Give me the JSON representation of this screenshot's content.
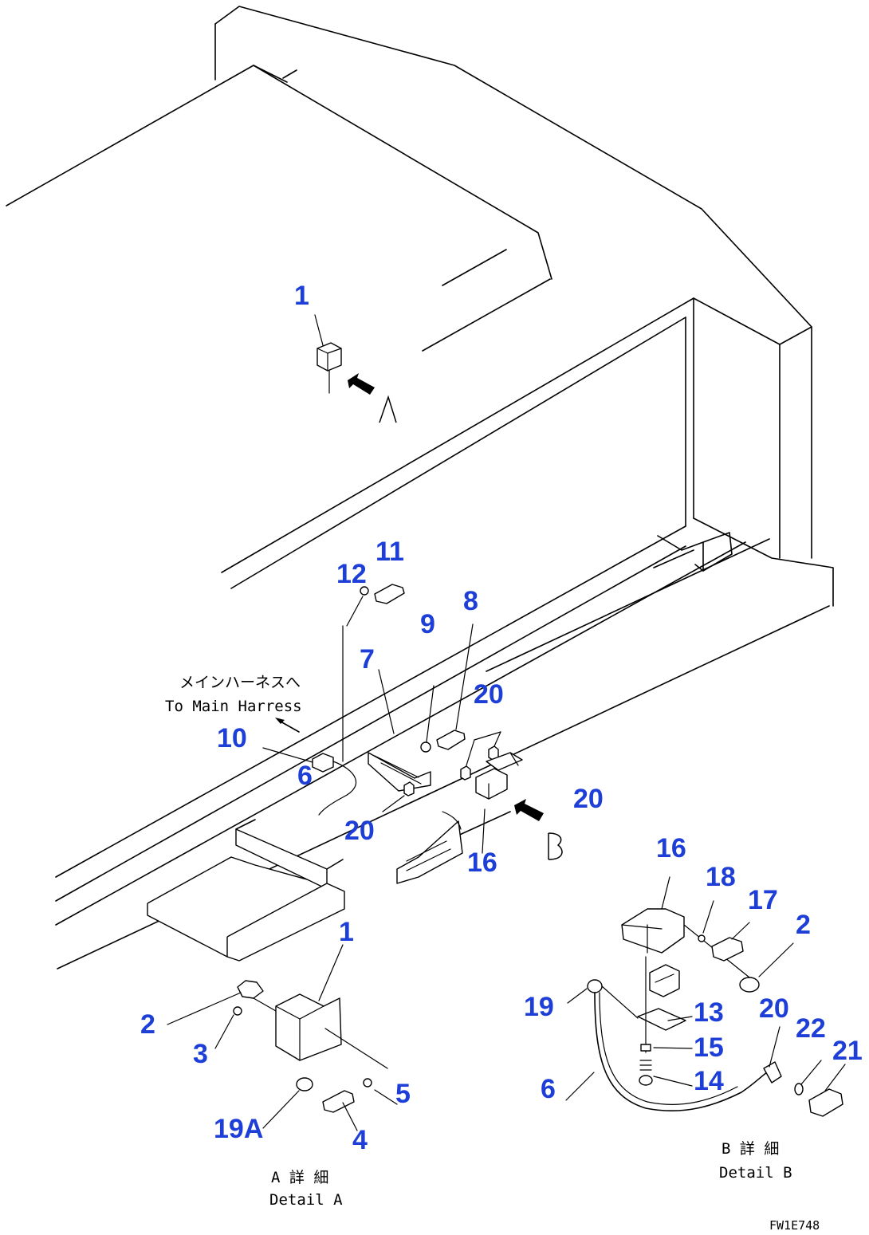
{
  "callouts": {
    "n1_top": "1",
    "n11": "11",
    "n12": "12",
    "n9": "9",
    "n8": "8",
    "n7": "7",
    "n20_a": "20",
    "n10": "10",
    "n6_mid": "6",
    "n20_b": "20",
    "n20_c": "20",
    "n16_mid": "16",
    "n1_detail": "1",
    "n2_a": "2",
    "n3": "3",
    "n19a": "19A",
    "n4": "4",
    "n5": "5",
    "n16_detail": "16",
    "n18": "18",
    "n17": "17",
    "n2_b": "2",
    "n19": "19",
    "n13": "13",
    "n15": "15",
    "n14": "14",
    "n20_d": "20",
    "n22": "22",
    "n21": "21",
    "n6_detail": "6"
  },
  "view_letters": {
    "a": "A",
    "b": "B"
  },
  "captions": {
    "harness_jp": "メインハーネスへ",
    "harness_en": "To Main Harress",
    "detail_a_jp": "A 詳 細",
    "detail_a_en": "Detail A",
    "detail_b_jp": "B 詳 細",
    "detail_b_en": "Detail B",
    "drawing_no": "FW1E748"
  },
  "colors": {
    "callout": "#1d3fd8",
    "line": "#000000",
    "background": "#ffffff"
  }
}
